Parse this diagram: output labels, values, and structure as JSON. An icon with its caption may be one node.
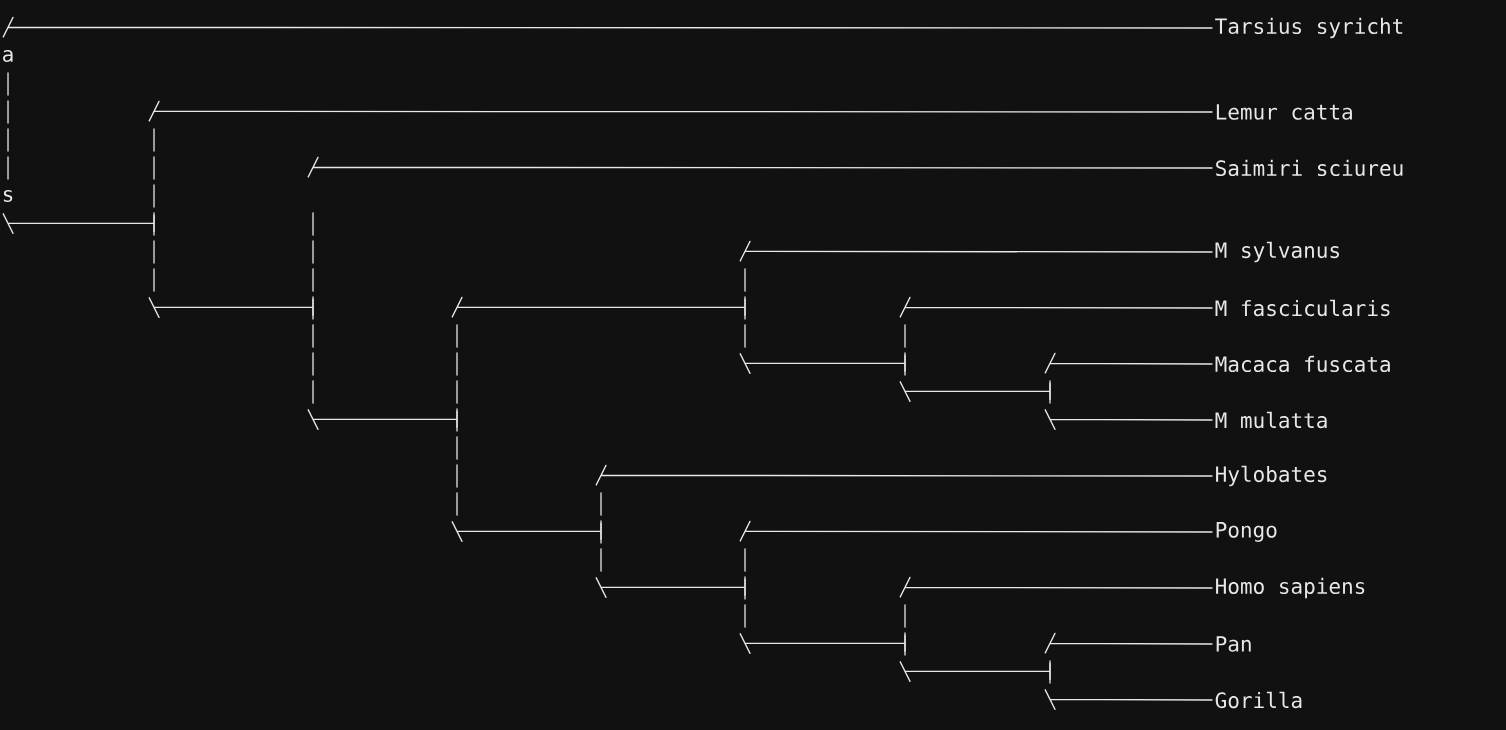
{
  "diagram": {
    "nodes": [
      {
        "text": [],
        "shape": "bar"
      },
      {
        "text": [
          "Tarsius syricht"
        ]
      },
      {
        "text": [],
        "shape": "bar"
      },
      {
        "text": [
          "Lemur catta"
        ]
      },
      {
        "text": [],
        "shape": "bar"
      },
      {
        "text": [
          "Saimiri sciureu"
        ]
      },
      {
        "text": [],
        "shape": "bar"
      },
      {
        "text": [
          "M sylvanus"
        ]
      },
      {
        "text": [],
        "shape": "bar"
      },
      {
        "text": [
          "M fascicularis"
        ]
      },
      {
        "text": [],
        "shape": "bar"
      },
      {
        "text": [
          "Macaca fuscata"
        ]
      },
      {
        "text": [],
        "shape": "bar"
      },
      {
        "text": [
          "M mulatta"
        ]
      },
      {
        "text": [],
        "shape": "bar"
      },
      {
        "text": [
          "Hylobates"
        ]
      },
      {
        "text": [],
        "shape": "bar"
      },
      {
        "text": [
          "Pongo"
        ]
      },
      {
        "text": [],
        "shape": "bar"
      },
      {
        "text": [
          "Homo sapiens"
        ]
      },
      {
        "text": [],
        "shape": "bar"
      },
      {
        "text": [
          "Pan"
        ]
      },
      {
        "text": [
          "Gorilla"
        ]
      }
    ],
    "edges": [
      {
        "from": 0,
        "to": 1,
        "arrow": "none"
      },
      {
        "from": 0,
        "to": 2,
        "arrow": "none"
      },
      {
        "from": 2,
        "to": 3,
        "arrow": "none"
      },
      {
        "from": 2,
        "to": 4,
        "arrow": "none"
      },
      {
        "from": 4,
        "to": 5,
        "arrow": "none"
      },
      {
        "from": 4,
        "to": 8,
        "arrow": "none"
      },
      {
        "from": 8,
        "to": 6,
        "arrow": "none"
      },
      {
        "from": 8,
        "to": 14,
        "arrow": "none"
      },
      {
        "from": 6,
        "to": 7,
        "arrow": "none"
      },
      {
        "from": 6,
        "to": 10,
        "arrow": "none"
      },
      {
        "from": 10,
        "to": 9,
        "arrow": "none"
      },
      {
        "from": 10,
        "to": 12,
        "arrow": "none"
      },
      {
        "from": 12,
        "to": 11,
        "arrow": "none"
      },
      {
        "from": 12,
        "to": 13,
        "arrow": "none"
      },
      {
        "from": 14,
        "to": 15,
        "arrow": "none"
      },
      {
        "from": 14,
        "to": 16,
        "arrow": "none"
      },
      {
        "from": 16,
        "to": 17,
        "arrow": "none"
      },
      {
        "from": 16,
        "to": 18,
        "arrow": "none"
      },
      {
        "from": 18,
        "to": 19,
        "arrow": "none"
      },
      {
        "from": 18,
        "to": 20,
        "arrow": "none"
      },
      {
        "from": 20,
        "to": 21,
        "arrow": "none"
      },
      {
        "from": 20,
        "to": 22,
        "arrow": "none"
      }
    ],
    "labels": [
      "a",
      "s"
    ]
  }
}
